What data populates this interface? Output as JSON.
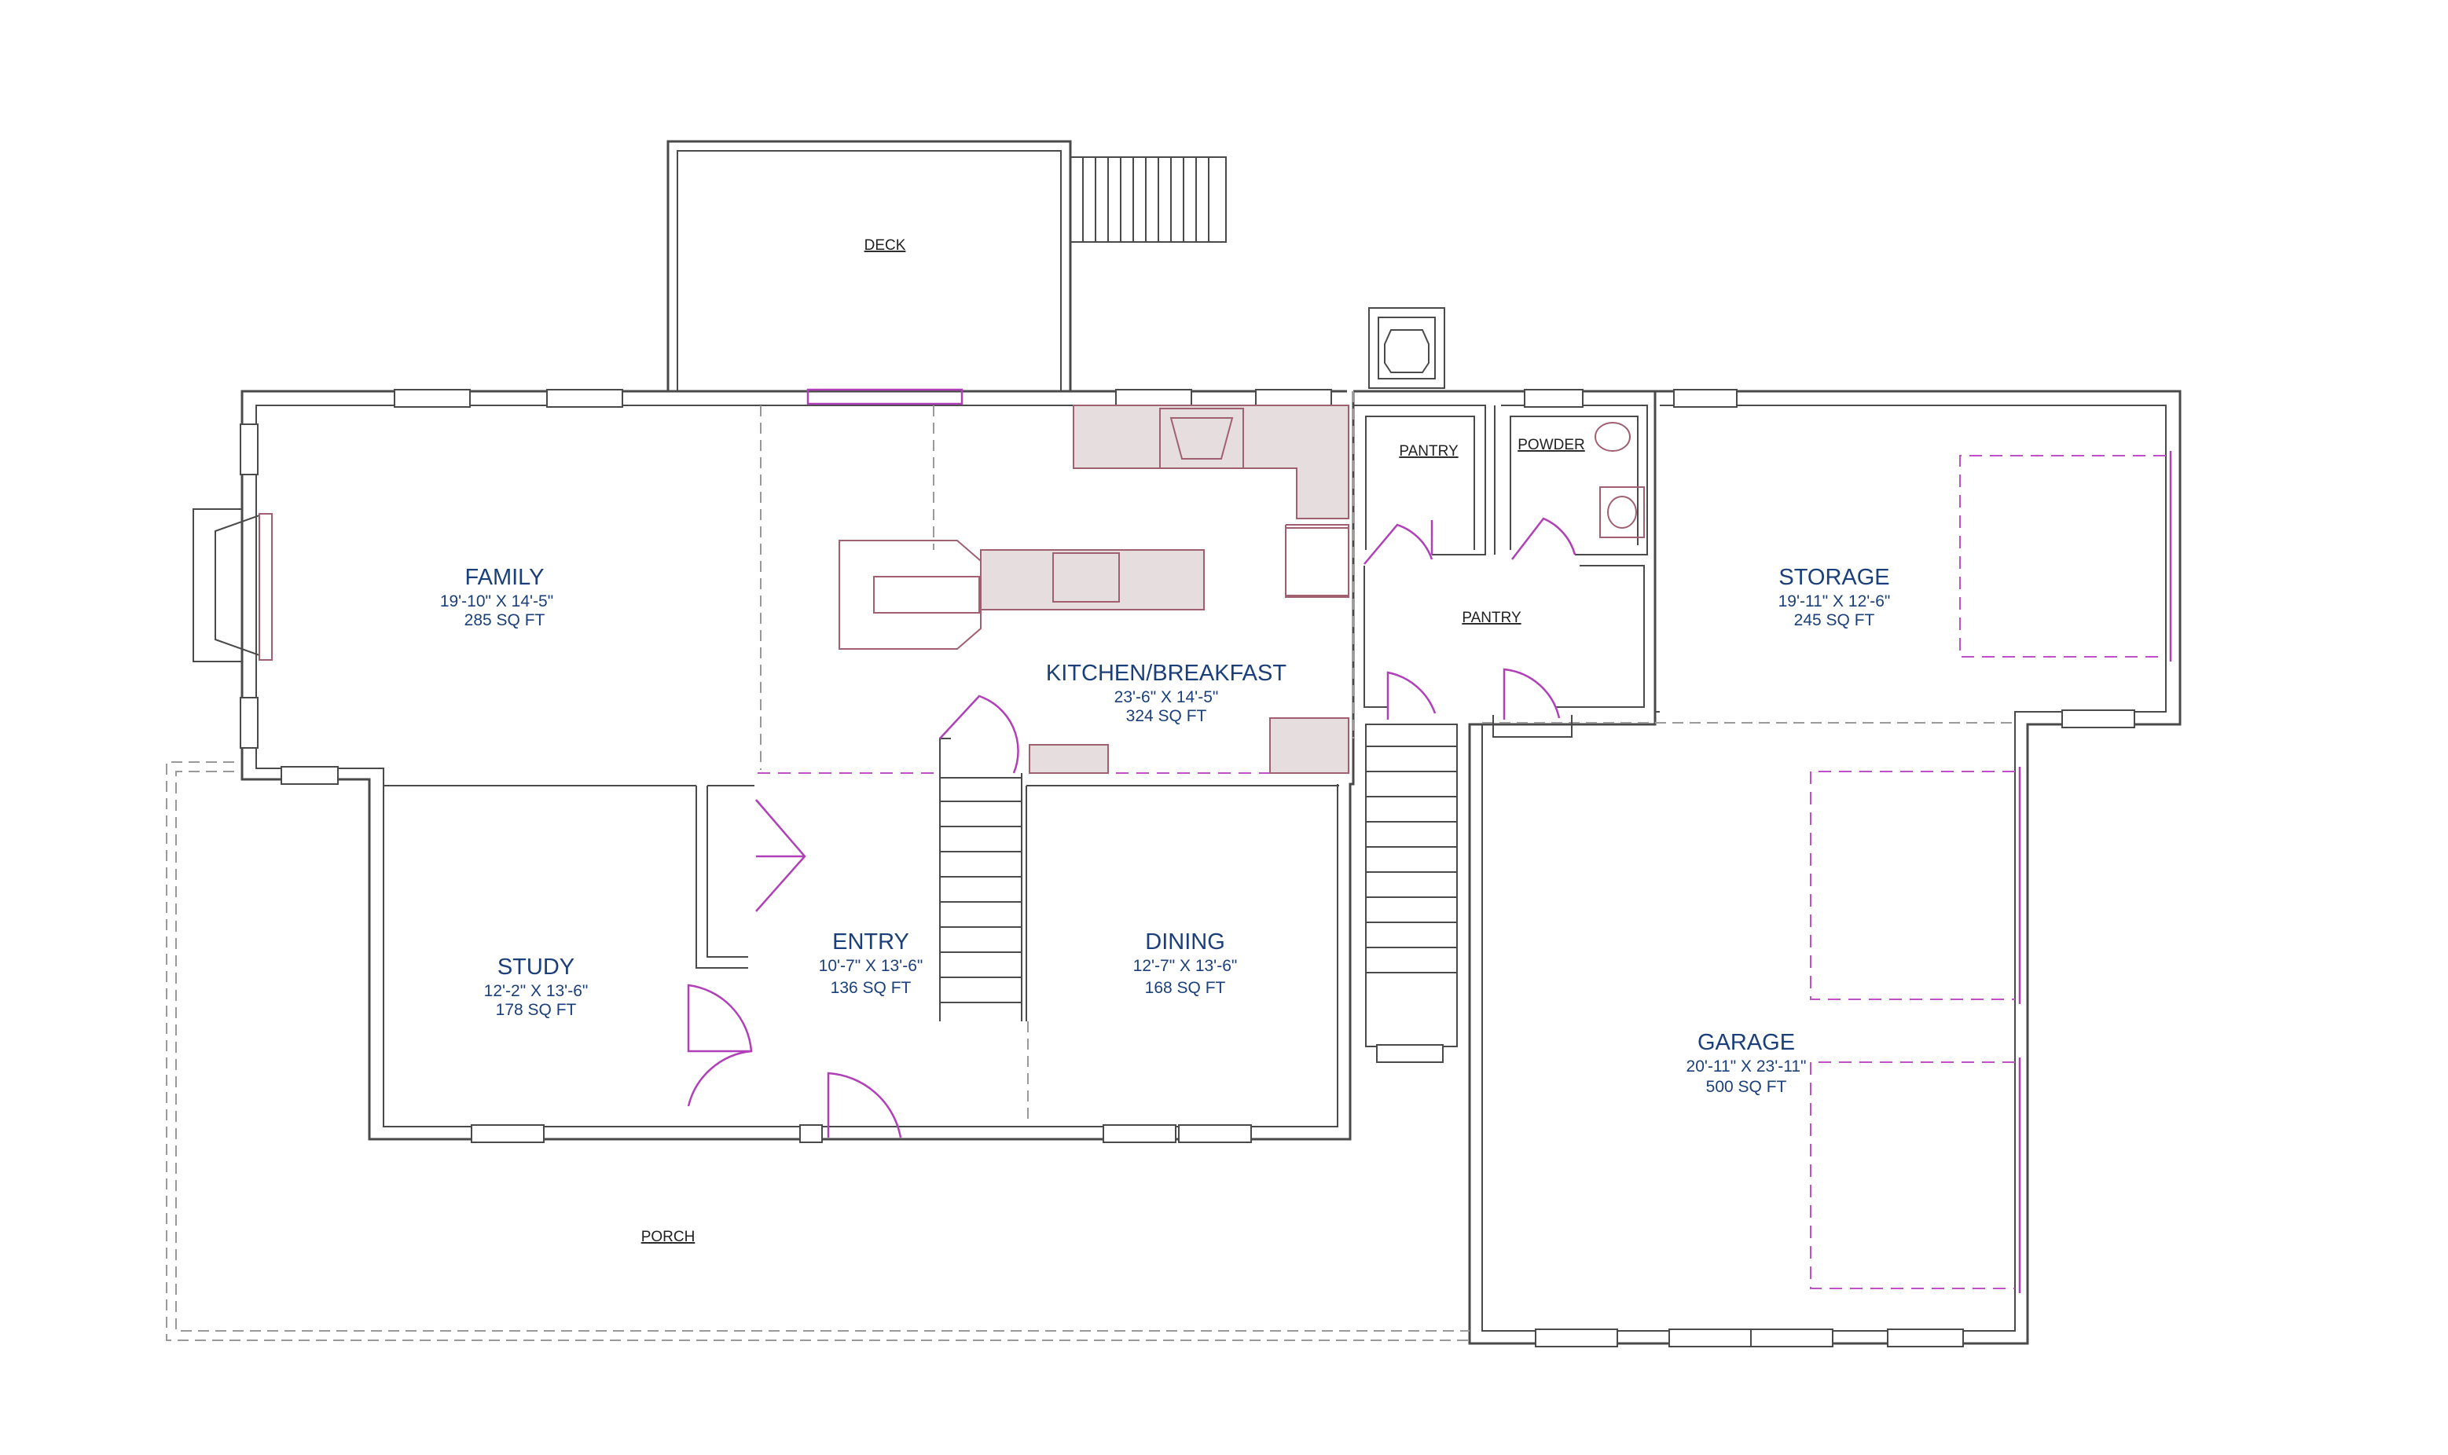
{
  "rooms": {
    "deck": {
      "name": "DECK"
    },
    "family": {
      "name": "FAMILY",
      "dims": "19'-10\" X 14'-5\"",
      "area": "285 SQ FT"
    },
    "kitchen": {
      "name": "KITCHEN/BREAKFAST",
      "dims": "23'-6\" X 14'-5\"",
      "area": "324 SQ FT"
    },
    "pantry_upper": {
      "name": "PANTRY"
    },
    "powder": {
      "name": "POWDER"
    },
    "pantry_lower": {
      "name": "PANTRY"
    },
    "storage": {
      "name": "STORAGE",
      "dims": "19'-11\" X 12'-6\"",
      "area": "245 SQ FT"
    },
    "study": {
      "name": "STUDY",
      "dims": "12'-2\" X 13'-6\"",
      "area": "178 SQ FT"
    },
    "entry": {
      "name": "ENTRY",
      "dims": "10'-7\" X 13'-6\"",
      "area": "136 SQ FT"
    },
    "dining": {
      "name": "DINING",
      "dims": "12'-7\" X 13'-6\"",
      "area": "168 SQ FT"
    },
    "garage": {
      "name": "GARAGE",
      "dims": "20'-11\" X 23'-11\"",
      "area": "500 SQ FT"
    },
    "porch": {
      "name": "PORCH"
    }
  },
  "colors": {
    "labels": "#1b3f7a",
    "walls": "#4a4a4a",
    "doors": "#b040b8",
    "counters": "#e6dede"
  }
}
